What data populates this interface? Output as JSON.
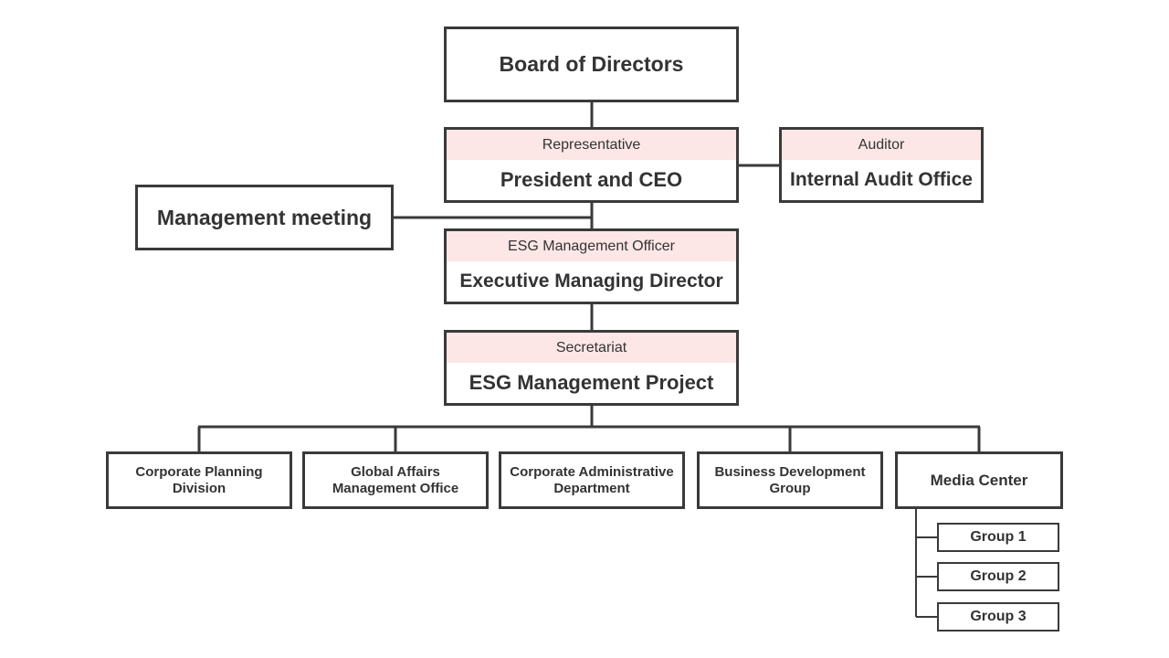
{
  "board": {
    "name": "Board of Directors"
  },
  "ceo": {
    "role": "Representative",
    "name": "President and CEO"
  },
  "auditor": {
    "role": "Auditor",
    "name": "Internal Audit Office"
  },
  "management_meeting": {
    "name": "Management meeting"
  },
  "esg_officer": {
    "role": "ESG Management Officer",
    "name": "Executive Managing Director"
  },
  "esg_project": {
    "role": "Secretariat",
    "name": "ESG Management Project"
  },
  "departments": [
    {
      "name": "Corporate Planning Division"
    },
    {
      "name": "Global Affairs Management Office"
    },
    {
      "name": "Corporate Administrative Department"
    },
    {
      "name": "Business Development Group"
    },
    {
      "name": "Media Center"
    }
  ],
  "media_groups": [
    {
      "name": "Group 1"
    },
    {
      "name": "Group 2"
    },
    {
      "name": "Group 3"
    }
  ],
  "colors": {
    "border": "#3a3a3a",
    "role_band": "#fde6e6",
    "text": "#333333"
  }
}
